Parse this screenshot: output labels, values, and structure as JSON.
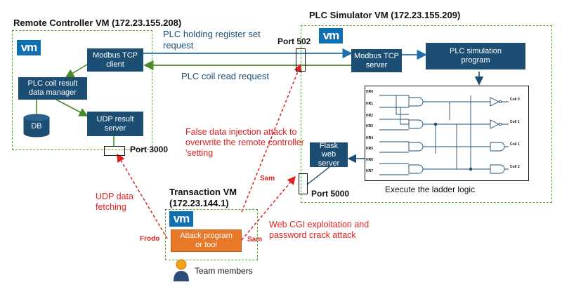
{
  "remote_vm": {
    "title": "Remote Controller VM (172.23.155.208)",
    "logo": "vm"
  },
  "plc_vm": {
    "title": "PLC Simulator VM (172.23.155.209)",
    "logo": "vm"
  },
  "transaction_vm": {
    "title_line1": "Transaction VM",
    "title_line2": "(172.23.144.1)",
    "logo": "vm"
  },
  "nodes": {
    "modbus_client": "Modbus TCP client",
    "plc_data_manager": "PLC coil result data manager",
    "db": "DB",
    "udp_server": "UDP  result server",
    "modbus_server": "Modbus TCP server",
    "plc_program": "PLC simulation program",
    "flask": "Flask web server",
    "attack_tool": "Attack program or tool"
  },
  "ladder": {
    "caption": "Execute the ladder logic",
    "inputs": [
      "HR0",
      "HR1",
      "HR2",
      "HR3",
      "HR4",
      "HR5",
      "HR6",
      "HR7"
    ],
    "outputs": [
      "Coil 0",
      "Coil 1",
      "Coil 1",
      "Coil 2"
    ]
  },
  "flows": {
    "holding_register": "PLC holding register set request",
    "coil_read": "PLC coil read request"
  },
  "ports": {
    "p502": "Port 502",
    "p3000": "Port 3000",
    "p5000": "Port 5000"
  },
  "attacks": {
    "false_data": "False data injection attack to overwrite the remote controller 'setting",
    "udp_fetch": "UDP data fetching",
    "web_cgi": "Web CGI exploitation and password crack attack"
  },
  "people": {
    "sam_top": "Sam",
    "frodo": "Frodo",
    "sam_bottom": "Sam",
    "team": "Team members"
  },
  "colors": {
    "node": "#1c4d73",
    "vm_border": "#5aa832",
    "attack": "#e02020",
    "flow_blue": "#1e6fb0",
    "flow_green": "#4a8a2c",
    "tool": "#e8782a"
  }
}
